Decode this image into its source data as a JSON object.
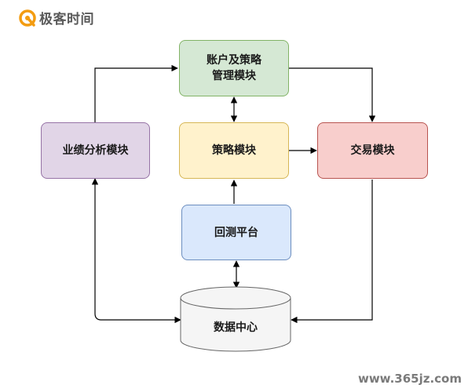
{
  "brand": {
    "name": "极客时间"
  },
  "watermark": {
    "text": "www.365jz.com"
  },
  "nodes": {
    "account": {
      "label": "账户及策略\n管理模块",
      "fill": "#d5e8d4",
      "stroke": "#82b366"
    },
    "strategy": {
      "label": "策略模块",
      "fill": "#fff2cc",
      "stroke": "#d6b656"
    },
    "trade": {
      "label": "交易模块",
      "fill": "#f8cecc",
      "stroke": "#b85450"
    },
    "analysis": {
      "label": "业绩分析模块",
      "fill": "#e1d5e7",
      "stroke": "#9673a6"
    },
    "backtest": {
      "label": "回测平台",
      "fill": "#dae8fc",
      "stroke": "#6c8ebf"
    },
    "data": {
      "label": "数据中心",
      "fill": "#f5f5f5",
      "stroke": "#666666"
    }
  },
  "colors": {
    "edge": "#000000",
    "logo": "#f39c11"
  },
  "icons": {
    "logo": "geektime-logo-icon"
  }
}
